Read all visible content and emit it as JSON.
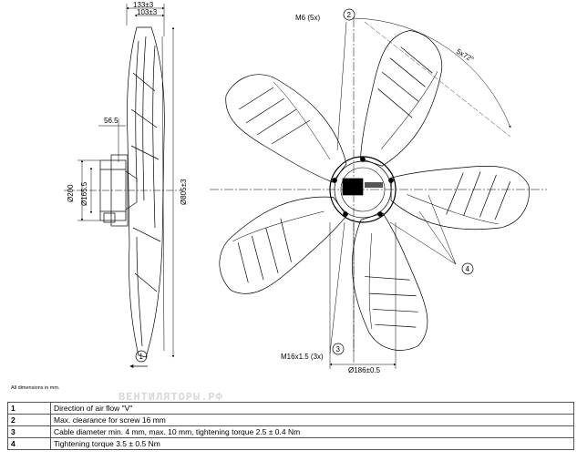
{
  "side_view": {
    "dim_total_depth": "133±3",
    "dim_depth": "103±3",
    "dim_offset": "56.5",
    "dim_shaft_200": "Ø200",
    "dim_shaft_165": "Ø165.5",
    "dim_outer": "Ø805±3",
    "callout_airflow": "1"
  },
  "front_view": {
    "label_screw": "M6 (5x)",
    "callout_screw": "2",
    "label_angle": "5x72°",
    "callout_blade": "4",
    "label_thread": "M16x1.5 (3x)",
    "callout_cable": "3",
    "dim_hub": "Ø186±0.5"
  },
  "note": "All dimensions in mm.",
  "watermark": "ВЕНТИЛЯТОРЫ.РФ",
  "legend": [
    {
      "num": "1",
      "text": "Direction of air flow \"V\""
    },
    {
      "num": "2",
      "text": "Max. clearance for screw 16 mm"
    },
    {
      "num": "3",
      "text": "Cable diameter min. 4 mm, max. 10 mm, tightening torque 2.5 ± 0.4 Nm"
    },
    {
      "num": "4",
      "text": "Tightening torque 3.5 ± 0.5 Nm"
    }
  ]
}
